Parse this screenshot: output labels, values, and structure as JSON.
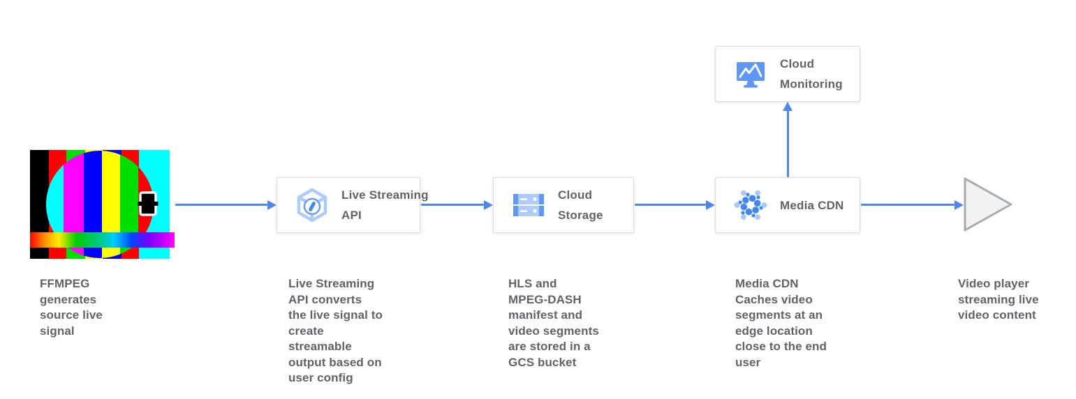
{
  "colors": {
    "arrow": "#4e86ec",
    "box_border": "#dadce0",
    "text_gray": "#5f6368",
    "icon_blue": "#5e97f6",
    "icon_light_blue": "#aecbfa",
    "google_blue": "#4285f4",
    "play_fill": "#f1f2f3",
    "play_stroke": "#a5abb2"
  },
  "nodes": {
    "live_streaming_api": {
      "label": "Live Streaming\nAPI"
    },
    "cloud_storage": {
      "label": "Cloud\nStorage"
    },
    "media_cdn": {
      "label": "Media CDN"
    },
    "cloud_monitoring": {
      "label": "Cloud\nMonitoring"
    }
  },
  "captions": {
    "ffmpeg": "FFMPEG\ngenerates\nsource live\nsignal",
    "live_streaming_api": "Live Streaming\nAPI converts\nthe live signal to\ncreate\nstreamable\noutput based on\nuser config",
    "cloud_storage": "HLS and\nMPEG-DASH\nmanifest and\nvideo segments\nare stored in a\nGCS bucket",
    "media_cdn": "Media CDN\nCaches video\nsegments at an\nedge location\nclose to the end\nuser",
    "video_player": "Video player\nstreaming live\nvideo content"
  }
}
